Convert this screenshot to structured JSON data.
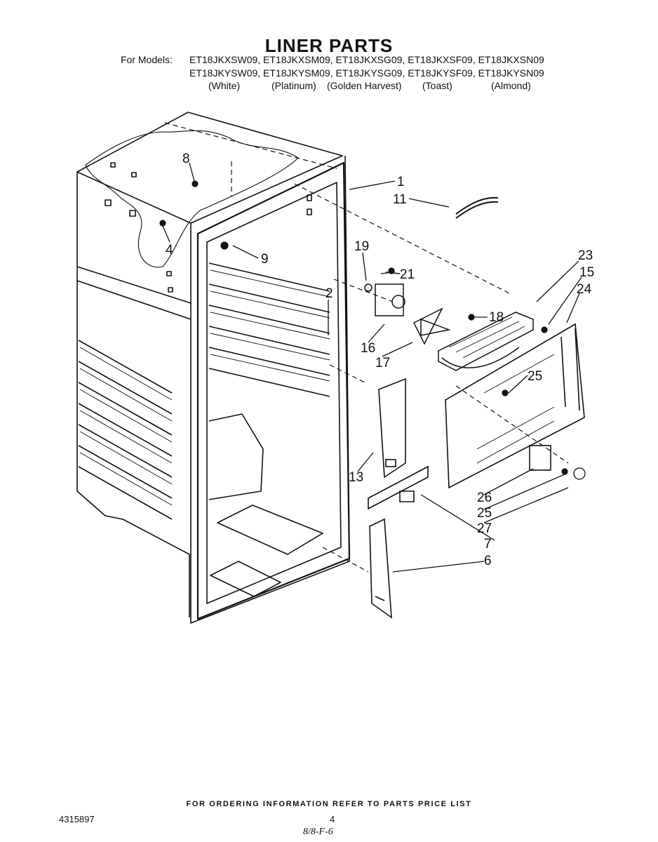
{
  "title": "LINER PARTS",
  "models": {
    "label": "For Models:",
    "row1": "ET18JKXSW09, ET18JKXSM09, ET18JKXSG09, ET18JKXSF09, ET18JKXSN09",
    "row2": "ET18JKYSW09, ET18JKYSM09, ET18JKYSG09, ET18JKYSF09, ET18JKYSN09",
    "colors": [
      "(White)",
      "(Platinum)",
      "(Golden Harvest)",
      "(Toast)",
      "(Almond)"
    ]
  },
  "callouts": {
    "c1": "1",
    "c2": "2",
    "c4": "4",
    "c6": "6",
    "c7": "7",
    "c8": "8",
    "c9": "9",
    "c11": "11",
    "c13": "13",
    "c15": "15",
    "c16": "16",
    "c17": "17",
    "c18": "18",
    "c19": "19",
    "c21": "21",
    "c23": "23",
    "c24": "24",
    "c25a": "25",
    "c25b": "25",
    "c26": "26",
    "c27": "27"
  },
  "footer": {
    "ordering_note": "FOR ORDERING INFORMATION REFER TO PARTS PRICE LIST",
    "part_number": "4315897",
    "page_number": "4",
    "handwritten_note": "8/8-F-6"
  }
}
